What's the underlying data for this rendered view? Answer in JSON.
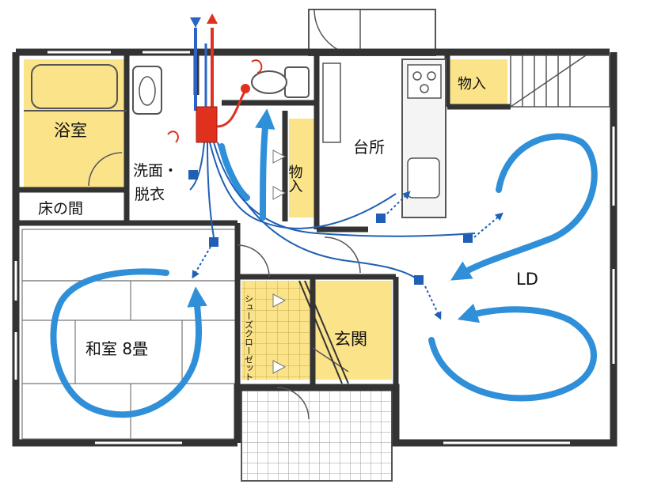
{
  "rooms": {
    "bath": "浴室",
    "washroom_line1": "洗面・",
    "washroom_line2": "脱衣",
    "tokonoma": "床の間",
    "washitsu": "和室 8畳",
    "kitchen": "台所",
    "storage_kitchen": "物入",
    "storage_top": "物入",
    "entrance": "玄関",
    "shoe_closet": "シューズクローゼット",
    "ld": "LD"
  },
  "colors": {
    "wall": "#333333",
    "yellow_room": "#fbe38a",
    "airflow_blue": "#2f8fd8",
    "duct_blue": "#1f5fb5",
    "exhaust_red": "#e0301e",
    "supply_blue": "#2a64c6",
    "pale_fill": "#f4f4f4"
  },
  "legend_icons": {
    "supply_arrow": "blue-up-arrow",
    "exhaust_arrow": "red-up-arrow",
    "ventilation_unit": "red-unit",
    "vent_outlet": "blue-square-outlet"
  }
}
